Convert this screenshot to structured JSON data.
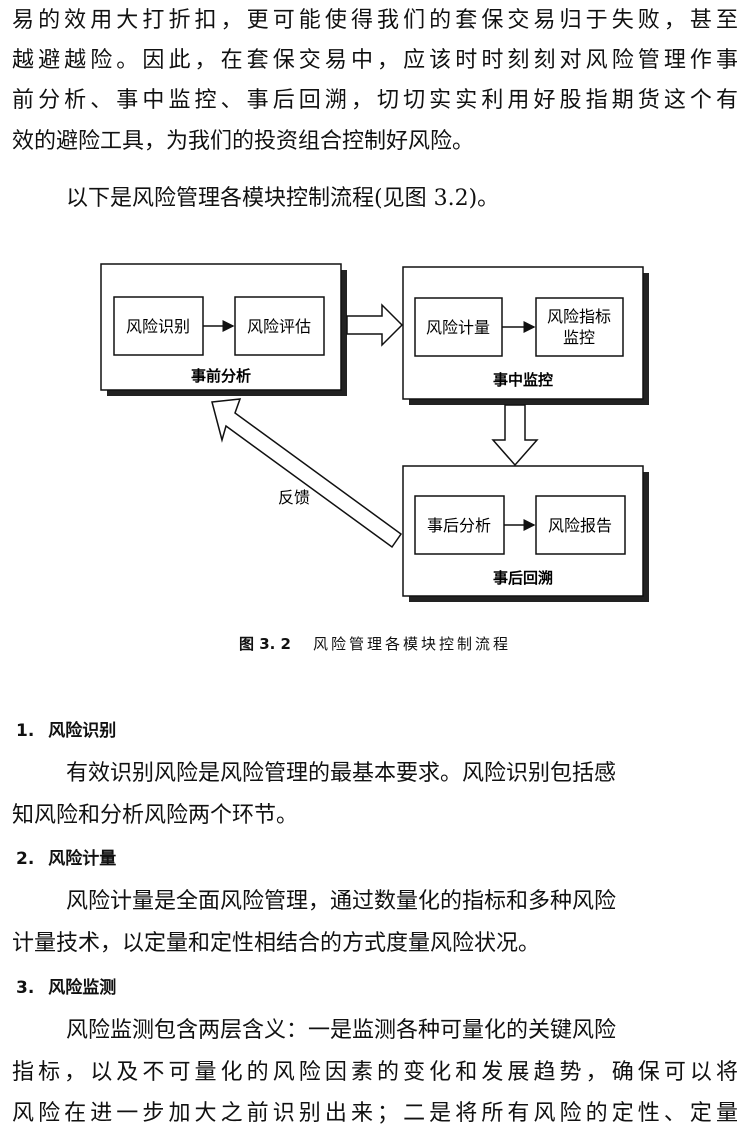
{
  "intro_paragraph": {
    "lines": [
      "易的效用大打折扣，更可能使得我们的套保交易归于失败，甚至",
      "越避越险。因此，在套保交易中，应该时时刻刻对风险管理作事",
      "前分析、事中监控、事后回溯，切切实实利用好股指期货这个有",
      "效的避险工具，为我们的投资组合控制好风险。"
    ]
  },
  "lead_in": "以下是风险管理各模块控制流程(见图 3.2)。",
  "diagram": {
    "pre_analysis": {
      "title": "事前分析",
      "step1": "风险识别",
      "step2": "风险评估"
    },
    "mid_monitor": {
      "title": "事中监控",
      "step1": "风险计量",
      "step2_line1": "风险指标",
      "step2_line2": "监控"
    },
    "post_review": {
      "title": "事后回溯",
      "step1": "事后分析",
      "step2": "风险报告"
    },
    "feedback_label": "反馈"
  },
  "figure_caption": {
    "number": "图 3. 2",
    "title": "风险管理各模块控制流程"
  },
  "sections": [
    {
      "number": "1.",
      "title": "风险识别",
      "lines": [
        "有效识别风险是风险管理的最基本要求。风险识别包括感",
        "知风险和分析风险两个环节。"
      ]
    },
    {
      "number": "2.",
      "title": "风险计量",
      "lines": [
        "风险计量是全面风险管理，通过数量化的指标和多种风险",
        "计量技术，以定量和定性相结合的方式度量风险状况。"
      ]
    },
    {
      "number": "3.",
      "title": "风险监测",
      "lines": [
        "风险监测包含两层含义：一是监测各种可量化的关键风险",
        "指标，以及不可量化的风险因素的变化和发展趋势，确保可以将",
        "风险在进一步加大之前识别出来；二是将所有风险的定性、定量"
      ]
    }
  ]
}
